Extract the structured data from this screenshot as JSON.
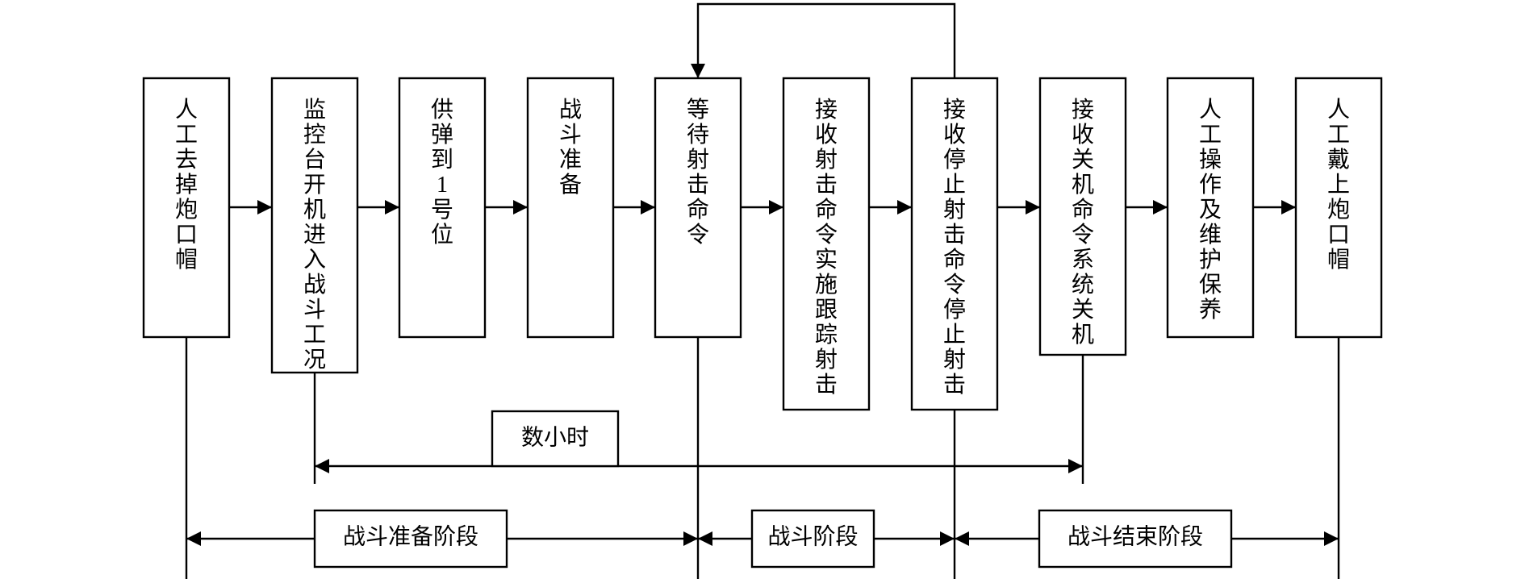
{
  "steps": [
    {
      "id": "s1",
      "label": "人工去掉炮口帽"
    },
    {
      "id": "s2",
      "label": "监控台开机进入战斗工况"
    },
    {
      "id": "s3",
      "label": "供弹到1号位"
    },
    {
      "id": "s4",
      "label": "战斗准备"
    },
    {
      "id": "s5",
      "label": "等待射击命令"
    },
    {
      "id": "s6",
      "label": "接收射击命令实施跟踪射击"
    },
    {
      "id": "s7",
      "label": "接收停止射击命令停止射击"
    },
    {
      "id": "s8",
      "label": "接收关机命令系统关机"
    },
    {
      "id": "s9",
      "label": "人工操作及维护保养"
    },
    {
      "id": "s10",
      "label": "人工戴上炮口帽"
    }
  ],
  "duration_label": "数小时",
  "phases": [
    {
      "id": "p1",
      "label": "战斗准备阶段"
    },
    {
      "id": "p2",
      "label": "战斗阶段"
    },
    {
      "id": "p3",
      "label": "战斗结束阶段"
    }
  ]
}
